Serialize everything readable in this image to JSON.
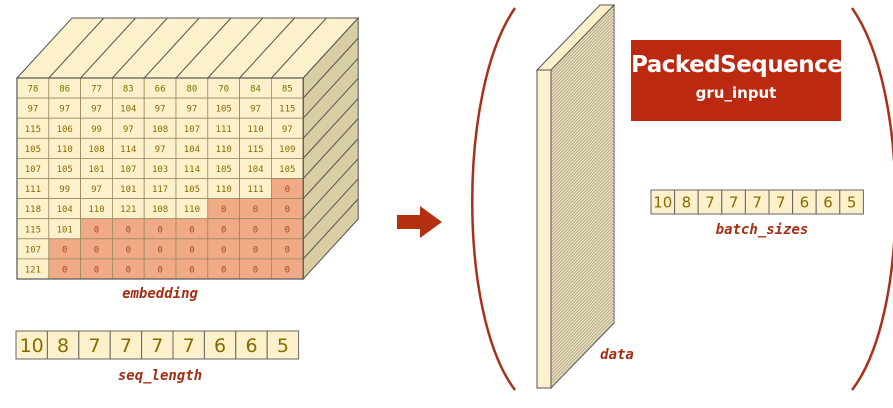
{
  "colors": {
    "cube_face": "#fcf1cb",
    "cube_face_dark": "#d9cda4",
    "pad_cell": "#f1aa86",
    "cell_text": "#8a6a00",
    "pad_text": "#a9481f",
    "label_red": "#a42d12",
    "title_bg": "#bb2a10",
    "arrow": "#b4300f",
    "paren": "#a9311a",
    "data_stripe": "#b8ab8c"
  },
  "embedding": {
    "label": "embedding",
    "rows": [
      [
        "78",
        "86",
        "77",
        "83",
        "66",
        "80",
        "70",
        "84",
        "85"
      ],
      [
        "97",
        "97",
        "97",
        "104",
        "97",
        "97",
        "105",
        "97",
        "115"
      ],
      [
        "115",
        "106",
        "99",
        "97",
        "108",
        "107",
        "111",
        "110",
        "97"
      ],
      [
        "105",
        "110",
        "108",
        "114",
        "97",
        "104",
        "110",
        "115",
        "109"
      ],
      [
        "107",
        "105",
        "101",
        "107",
        "103",
        "114",
        "105",
        "104",
        "105"
      ],
      [
        "111",
        "99",
        "97",
        "101",
        "117",
        "105",
        "110",
        "111",
        "0"
      ],
      [
        "118",
        "104",
        "110",
        "121",
        "108",
        "110",
        "0",
        "0",
        "0"
      ],
      [
        "115",
        "101",
        "0",
        "0",
        "0",
        "0",
        "0",
        "0",
        "0"
      ],
      [
        "107",
        "0",
        "0",
        "0",
        "0",
        "0",
        "0",
        "0",
        "0"
      ],
      [
        "121",
        "0",
        "0",
        "0",
        "0",
        "0",
        "0",
        "0",
        "0"
      ]
    ]
  },
  "seq_length": {
    "label": "seq_length",
    "values": [
      "10",
      "8",
      "7",
      "7",
      "7",
      "7",
      "6",
      "6",
      "5"
    ]
  },
  "packed": {
    "title": "PackedSequence",
    "subtitle": "gru_input",
    "data_label": "data",
    "batch_sizes_label": "batch_sizes",
    "batch_sizes": [
      "10",
      "8",
      "7",
      "7",
      "7",
      "7",
      "6",
      "6",
      "5"
    ]
  }
}
